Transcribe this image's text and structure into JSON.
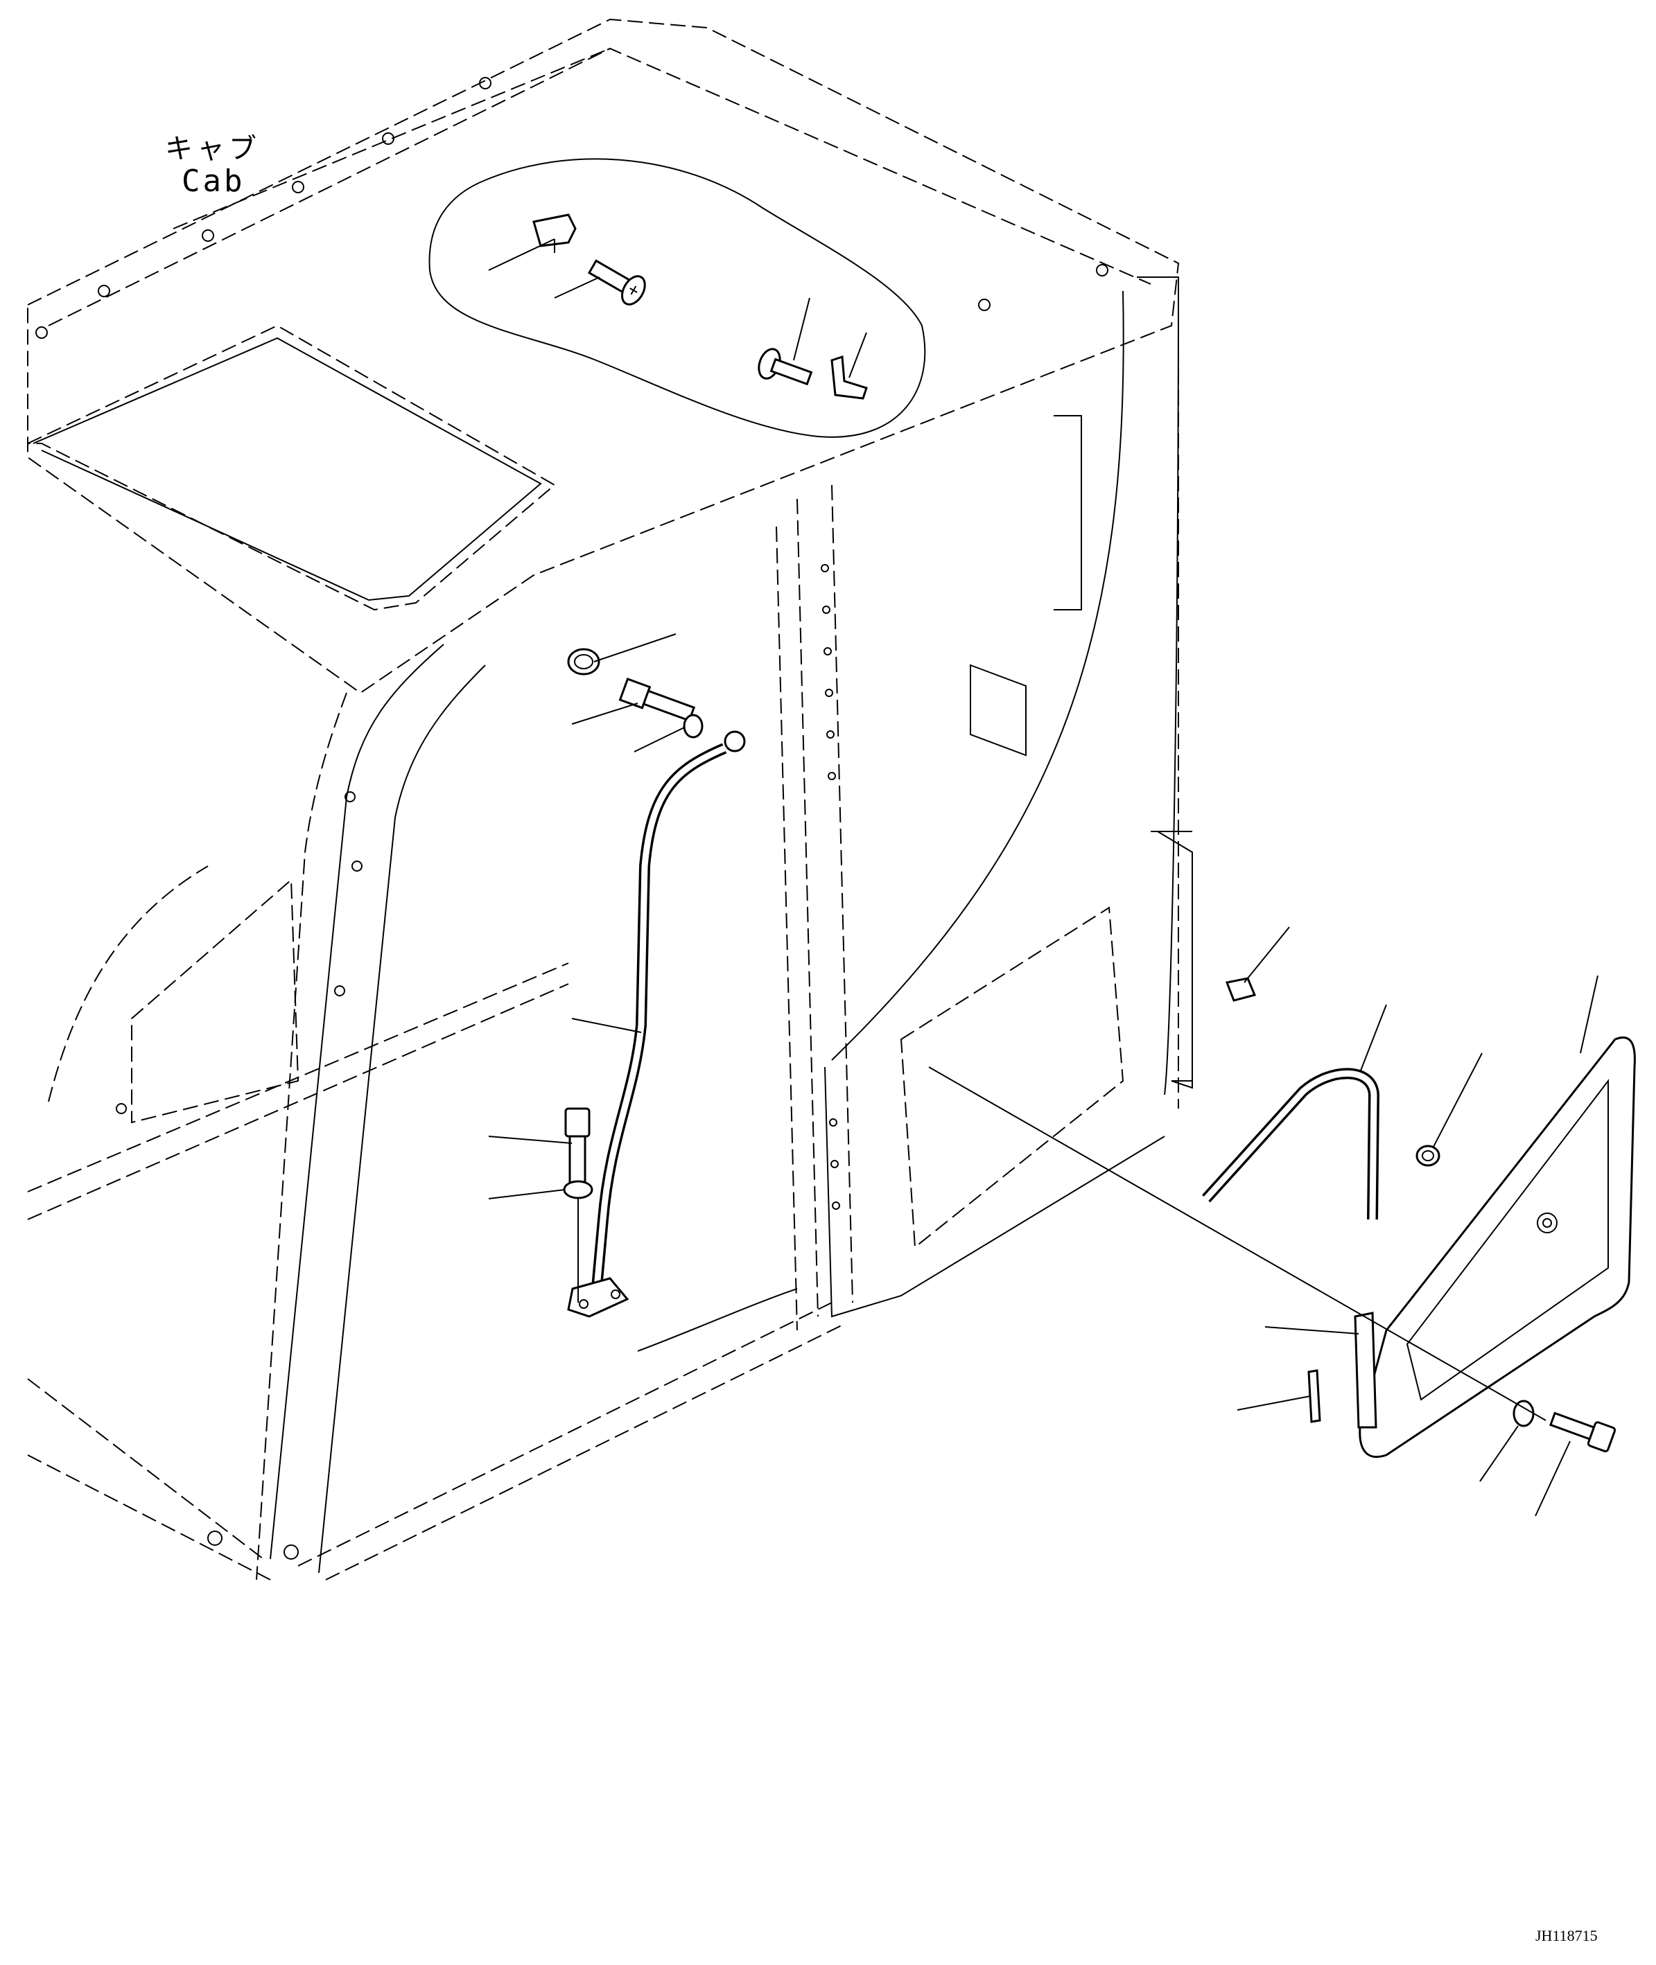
{
  "label_jp": "キャブ",
  "label_en": "Cab",
  "drawing_code": "JH118715",
  "line_color": "#000000",
  "background": "#ffffff"
}
